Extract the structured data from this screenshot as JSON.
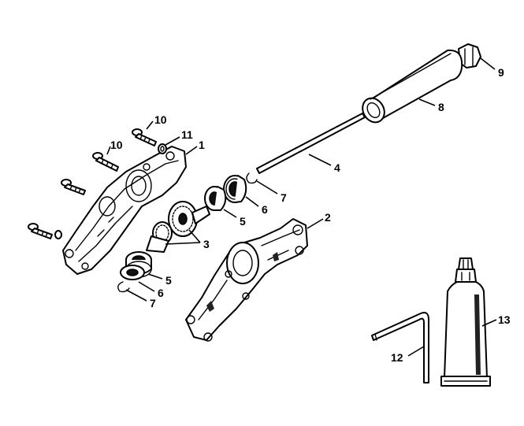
{
  "callouts": [
    {
      "id": "c1",
      "text": "1"
    },
    {
      "id": "c2",
      "text": "2"
    },
    {
      "id": "c3",
      "text": "3"
    },
    {
      "id": "c4",
      "text": "4"
    },
    {
      "id": "c5a",
      "text": "5"
    },
    {
      "id": "c5b",
      "text": "5"
    },
    {
      "id": "c6a",
      "text": "6"
    },
    {
      "id": "c6b",
      "text": "6"
    },
    {
      "id": "c7a",
      "text": "7"
    },
    {
      "id": "c7b",
      "text": "7"
    },
    {
      "id": "c8",
      "text": "8"
    },
    {
      "id": "c9",
      "text": "9"
    },
    {
      "id": "c10a",
      "text": "10"
    },
    {
      "id": "c10b",
      "text": "10"
    },
    {
      "id": "c11",
      "text": "11"
    },
    {
      "id": "c12",
      "text": "12"
    },
    {
      "id": "c13",
      "text": "13"
    }
  ]
}
